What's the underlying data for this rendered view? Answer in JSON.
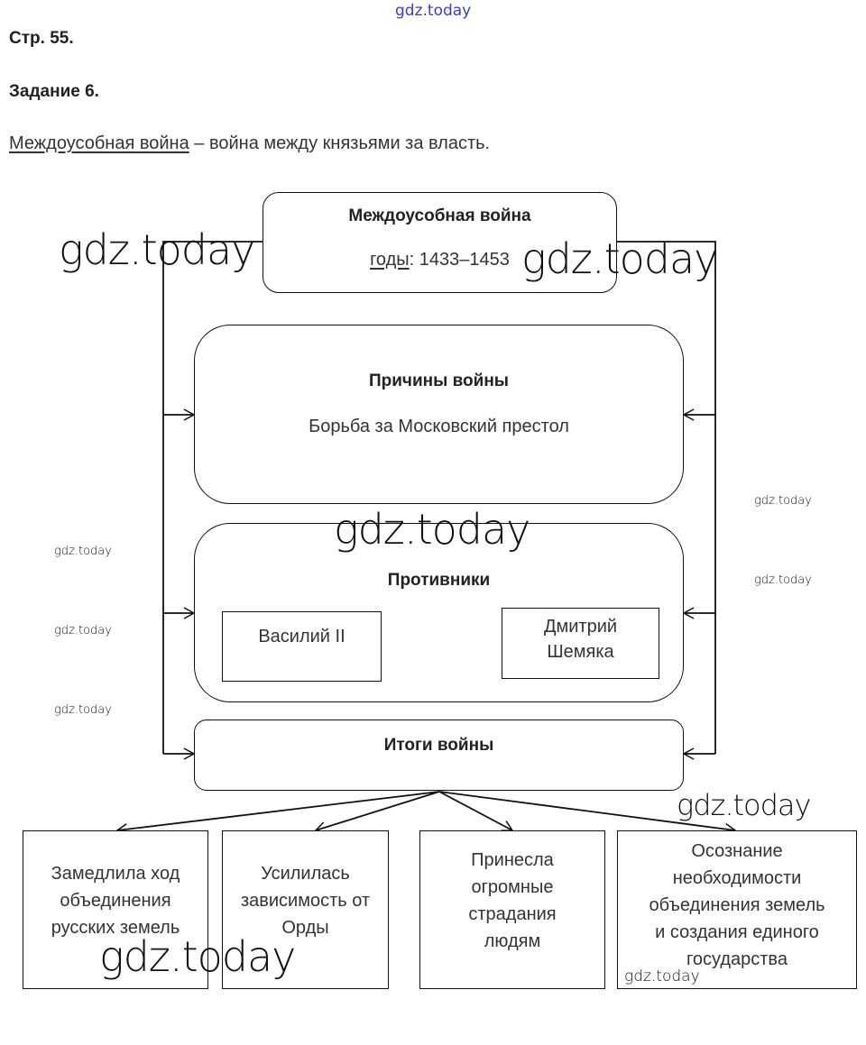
{
  "header": {
    "page": "Стр. 55.",
    "task": "Задание 6."
  },
  "definition": {
    "term": "Междоусобная война",
    "text": " – война между князьями за власть."
  },
  "diagram": {
    "top": {
      "title": "Междоусобная война",
      "years_label": "годы",
      "years": ": 1433–1453"
    },
    "causes": {
      "title": "Причины войны",
      "text": "Борьба за Московский престол"
    },
    "opponents": {
      "title": "Противники",
      "left": "Василий II",
      "right": "Дмитрий\nШемяка"
    },
    "results": {
      "title": "Итоги войны",
      "items": [
        "Замедлила ход\nобъединения\nрусских земель",
        "Усилилась\nзависимость от\nОрды",
        "Принесла\nогромные\nстрадания\nлюдям",
        "Осознание\nнеобходимости\nобъединения земель\nи создания единого\nгосударства"
      ]
    }
  },
  "watermark": "gdz.today",
  "colors": {
    "watermark_top": "#3a3ad8",
    "line": "#111111"
  }
}
